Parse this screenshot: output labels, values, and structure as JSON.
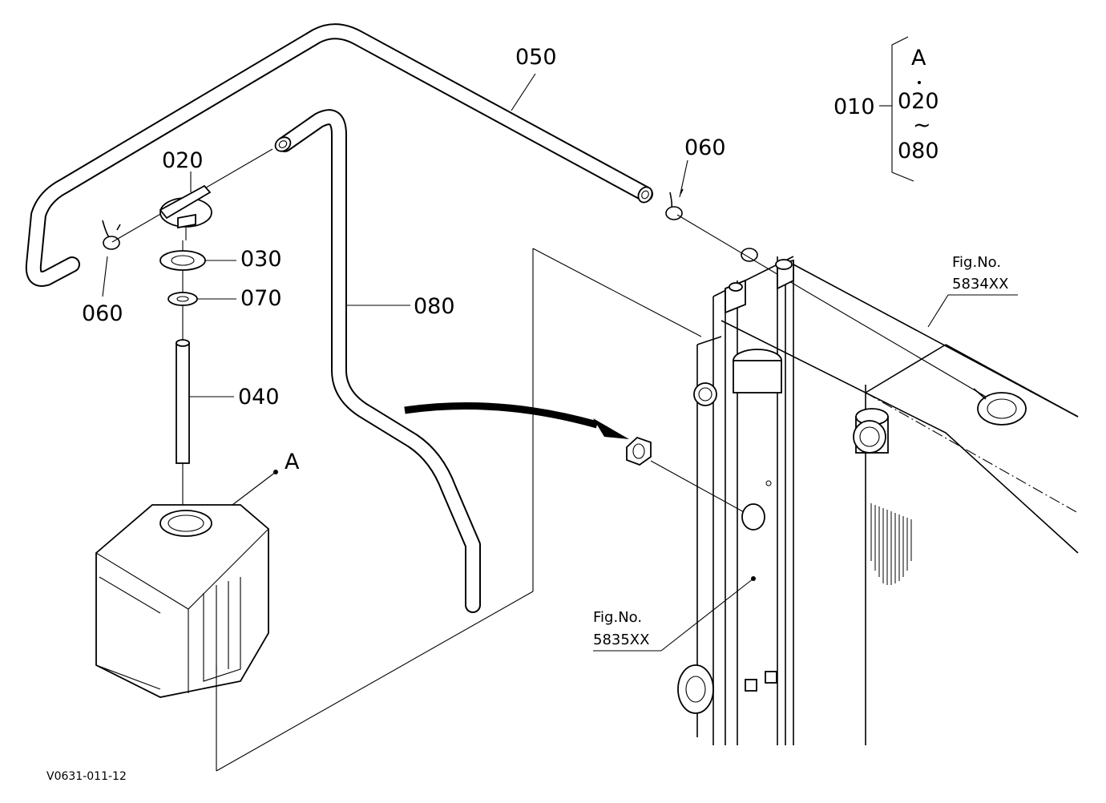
{
  "callouts": {
    "c050": "050",
    "c020": "020",
    "c060_right": "060",
    "c060_left": "060",
    "c030": "030",
    "c070": "070",
    "c080": "080",
    "c040": "040",
    "cA": "A"
  },
  "legend": {
    "group": "010",
    "label_a": "A",
    "from": "020",
    "tilde": "~",
    "to": "080"
  },
  "references": {
    "fig_upper_label": "Fig.No.",
    "fig_upper_num": "5834XX",
    "fig_lower_label": "Fig.No.",
    "fig_lower_num": "5835XX"
  },
  "drawing_code": "V0631-011-12"
}
